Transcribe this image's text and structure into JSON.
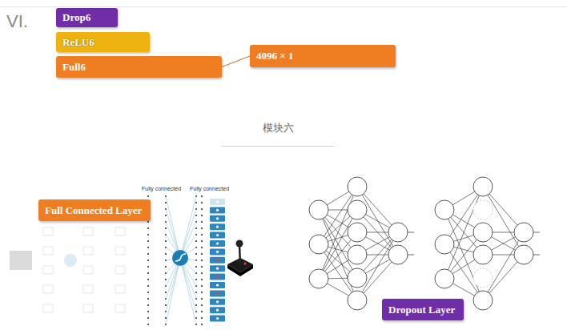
{
  "diagram": {
    "caption": "模块六",
    "nodes": [
      {
        "text": [
          "Drop6"
        ]
      },
      {
        "text": [
          "ReLU6"
        ]
      },
      {
        "text": [
          "Full6"
        ]
      },
      {
        "text": [
          "4096 × 1"
        ]
      },
      {
        "text": [
          "Full Connected Layer"
        ]
      },
      {
        "text": [
          "Dropout Layer"
        ]
      }
    ],
    "edges": [
      {
        "from": 2,
        "to": 3,
        "arrow": "none"
      }
    ],
    "labels": [
      "VI.",
      "Fully connected",
      "Fully connected"
    ]
  }
}
